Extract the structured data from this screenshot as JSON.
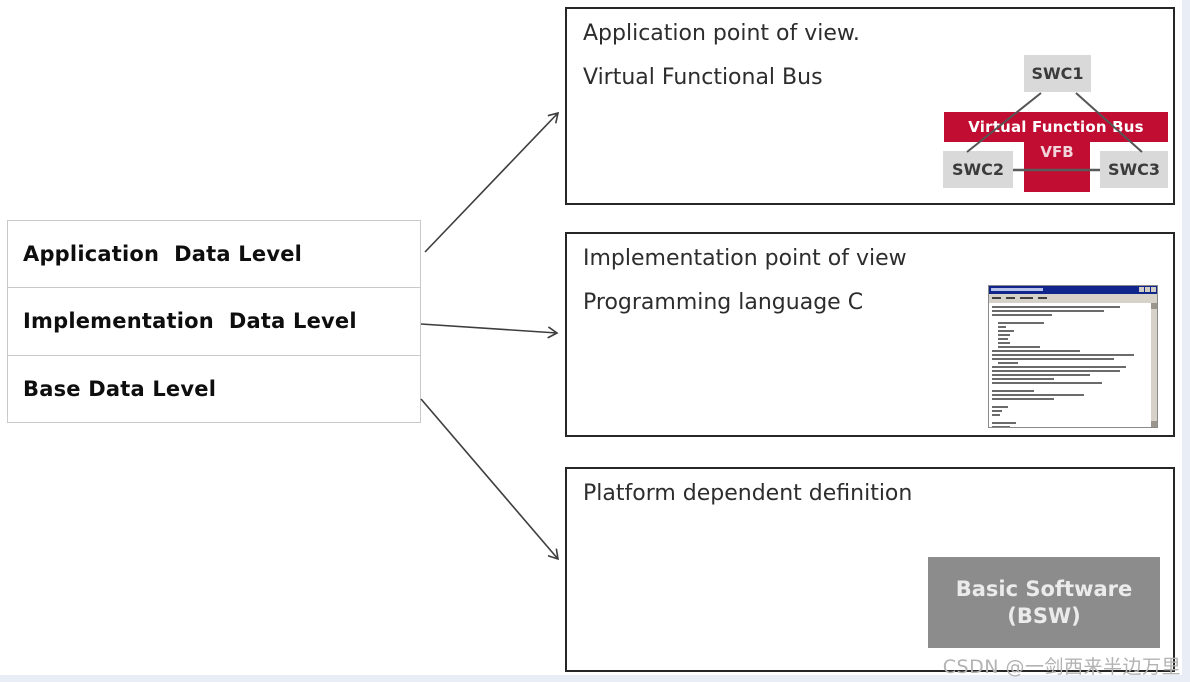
{
  "left_panel": {
    "items": [
      {
        "label": "Application  Data Level"
      },
      {
        "label": "Implementation  Data Level"
      },
      {
        "label": "Base Data Level"
      }
    ]
  },
  "boxes": [
    {
      "title": "Application point of view.",
      "subtitle": "Virtual Functional Bus"
    },
    {
      "title": "Implementation point of view",
      "subtitle": "Programming language C"
    },
    {
      "title": "Platform dependent definition",
      "subtitle": ""
    }
  ],
  "vfb_diagram": {
    "swc1": "SWC1",
    "swc2": "SWC2",
    "swc3": "SWC3",
    "bus_label": "Virtual Function Bus",
    "vfb_label": "VFB"
  },
  "bsw_box": {
    "line1": "Basic Software",
    "line2": "(BSW)"
  },
  "watermark": "CSDN @一剑西来半边万里",
  "colors": {
    "vfb_red": "#c00d31",
    "swc_gray": "#d9d9d9",
    "bsw_gray": "#8c8c8c",
    "box_border": "#262626",
    "heading_text": "#2d2d2d",
    "arrow": "#3d3d3d",
    "watermark_gray": "#b3b3b3",
    "page_edge": "#e9eef6"
  }
}
